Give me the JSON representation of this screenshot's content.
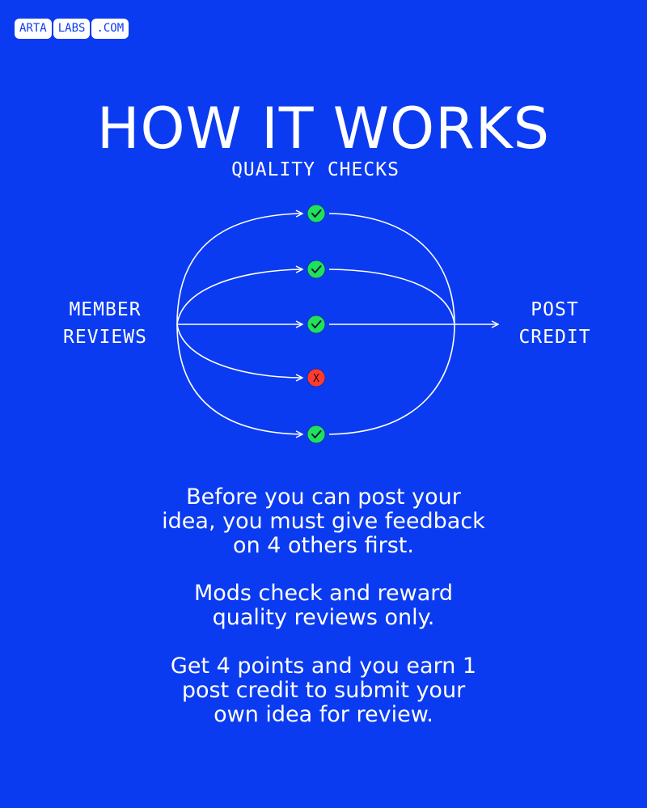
{
  "logo": {
    "parts": [
      "ARTA",
      "LABS",
      ".COM"
    ]
  },
  "title": "HOW IT WORKS",
  "diagram": {
    "top_label": "QUALITY CHECKS",
    "left_label": [
      "MEMBER",
      "REVIEWS"
    ],
    "right_label": [
      "POST",
      "CREDIT"
    ],
    "checks": [
      "pass",
      "pass",
      "pass",
      "fail",
      "pass"
    ],
    "colors": {
      "pass": "#1FE15A",
      "fail": "#FF3B30"
    },
    "fail_mark": "X"
  },
  "description": {
    "p1": [
      "Before you can post your",
      "idea, you must give feedback",
      "on 4 others first."
    ],
    "p2": [
      "Mods check and reward",
      "quality reviews only."
    ],
    "p3": [
      "Get 4 points and you earn 1",
      "post credit to submit your",
      "own idea for review."
    ]
  },
  "colors": {
    "background": "#0B3BF0",
    "text": "#FFFFFF"
  }
}
